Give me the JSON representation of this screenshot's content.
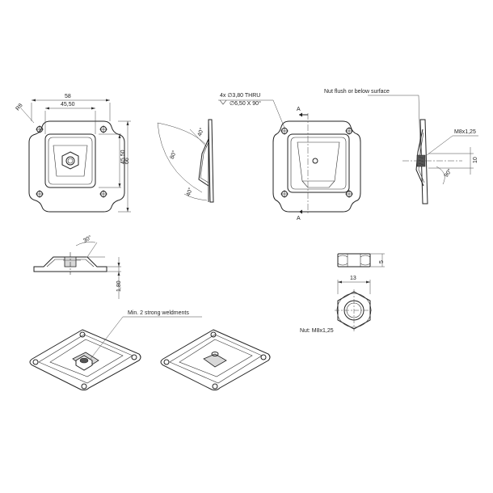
{
  "dimensions": {
    "top_width": "58",
    "inner_width": "45,50",
    "corner_radius": "R8",
    "height_inner": "45,50",
    "height_outer": "66",
    "thickness": "1,80",
    "nut_across_flats": "13",
    "nut_height": "5",
    "thread": "M8x1,25",
    "hole_dia": "10"
  },
  "angles": {
    "a40_top": "40°",
    "a80": "80°",
    "a40_bottom": "40°",
    "a30": "30°",
    "a90": "90°"
  },
  "callouts": {
    "holes_line1": "4x  ∅3,80 THRU",
    "holes_line2": "∅6,50 X 90°",
    "nut_flush": "Nut flush or below surface",
    "weldments": "Min. 2 strong weldments",
    "nut_spec": "Nut: M8x1,25"
  },
  "section": {
    "label": "A"
  }
}
